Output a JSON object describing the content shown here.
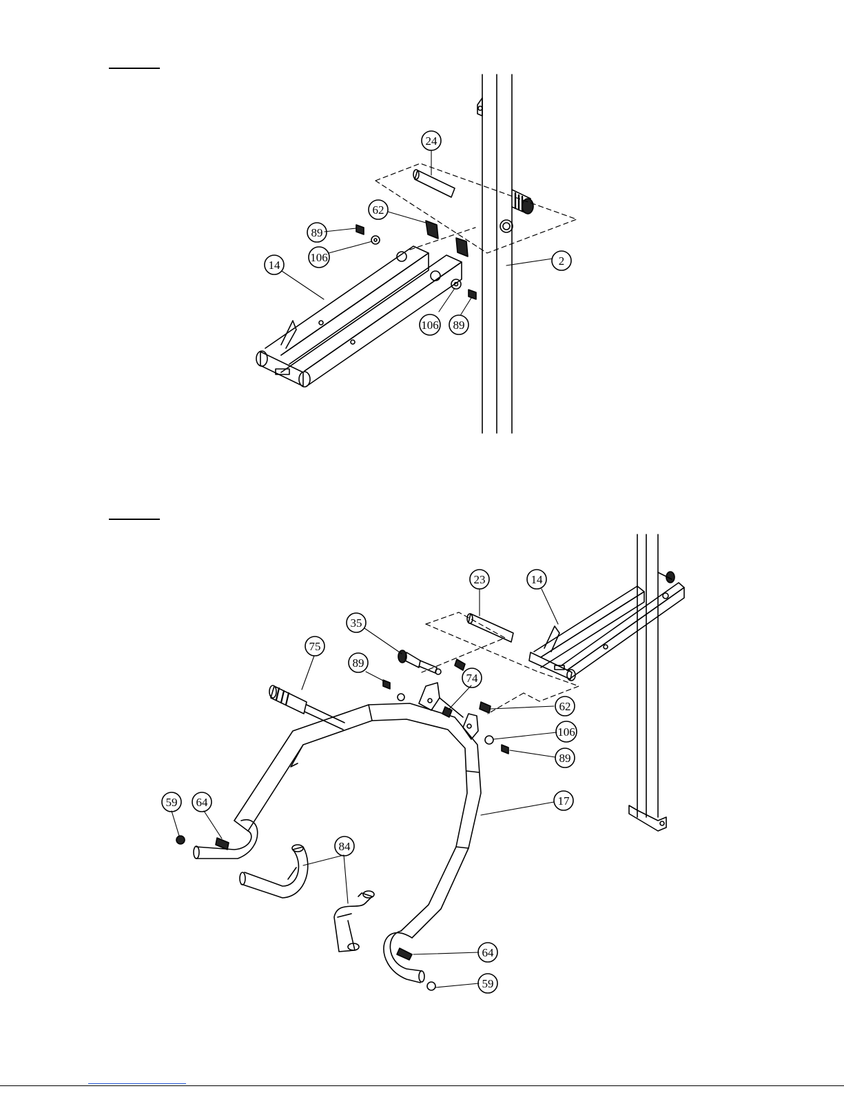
{
  "step1": {
    "callouts": [
      "24",
      "62",
      "89",
      "106",
      "14",
      "2",
      "106",
      "89"
    ]
  },
  "step2": {
    "callouts": [
      "23",
      "14",
      "35",
      "75",
      "89",
      "74",
      "62",
      "106",
      "89",
      "17",
      "59",
      "64",
      "84",
      "64",
      "59"
    ]
  }
}
